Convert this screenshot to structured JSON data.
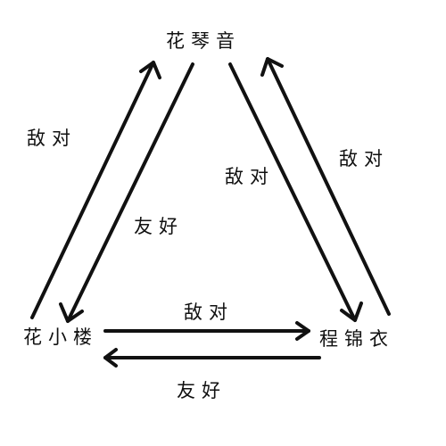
{
  "nodes": {
    "top": "花琴音",
    "bottom_left": "花小楼",
    "bottom_right": "程锦衣"
  },
  "edges": {
    "left_up": "敌对",
    "left_down": "友好",
    "right_down": "敌对",
    "right_up": "敌对",
    "bottom_right": "敌对",
    "bottom_left": "友好"
  }
}
